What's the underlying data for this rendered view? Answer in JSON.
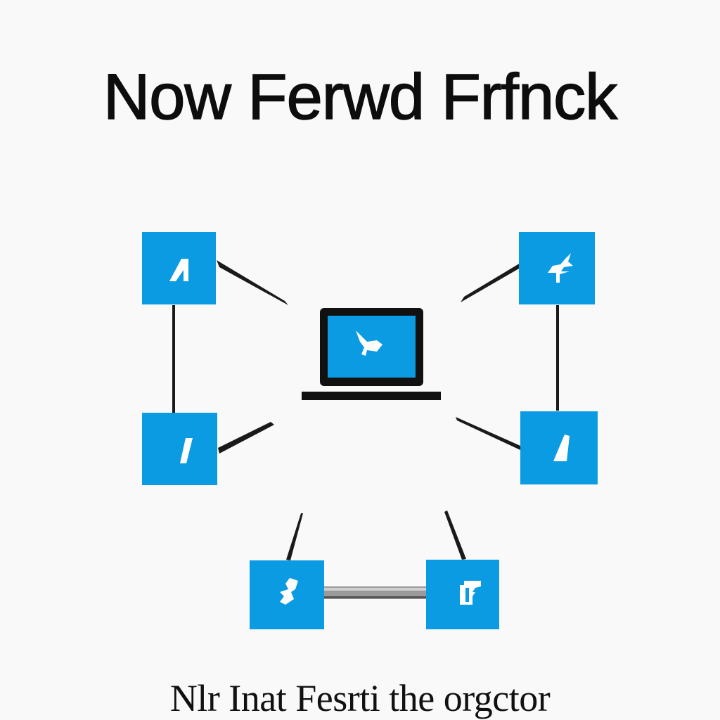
{
  "diagram": {
    "title": "Now Ferwd Frfnck",
    "caption": "Nlr Inat Fesrti the orgctor",
    "colors": {
      "node_fill": "#0a9be2",
      "node_glyph": "#ffffff",
      "edge": "#1a1a1a",
      "link_bar": "#8a8a8a",
      "laptop_frame": "#111111",
      "background": "#f9f9f9"
    },
    "center_device": "laptop-icon",
    "nodes": [
      {
        "id": "top-left",
        "icon": "slash-glyph-icon"
      },
      {
        "id": "top-right",
        "icon": "pen-glyph-icon"
      },
      {
        "id": "middle-left",
        "icon": "slash-glyph-icon"
      },
      {
        "id": "middle-right",
        "icon": "blade-glyph-icon"
      },
      {
        "id": "bottom-left",
        "icon": "scribble-glyph-icon"
      },
      {
        "id": "bottom-right",
        "icon": "chair-glyph-icon"
      }
    ]
  }
}
